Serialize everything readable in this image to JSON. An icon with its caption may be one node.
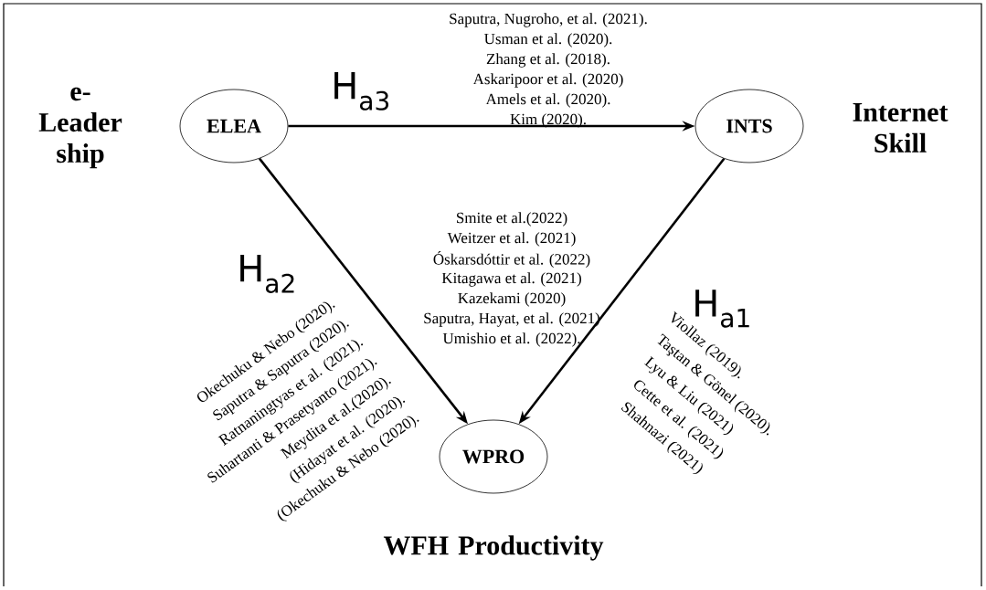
{
  "diagram": {
    "nodes": [
      {
        "text": [
          "ELEA"
        ],
        "beside": [
          "e-Leader ship"
        ]
      },
      {
        "text": [
          "INTS"
        ],
        "beside": [
          "Internet Skill"
        ]
      },
      {
        "text": [
          "WPRO"
        ],
        "beside": [
          "WFH Productivity"
        ]
      }
    ],
    "edges": [
      {
        "from": 0,
        "to": 1,
        "arrow": "to",
        "label": "H$_{a3}$"
      },
      {
        "from": 0,
        "to": 2,
        "arrow": "to",
        "label": "H$_{a2}$"
      },
      {
        "from": 1,
        "to": 2,
        "arrow": "to",
        "label": "H$_{a1}$"
      }
    ],
    "labels": [
      "Saputra, Nugroho, et al. (2021).",
      "Usman et al. (2020).",
      "Zhang et al. (2018).",
      "Askaripoor et al. (2020)",
      "Amels et al. (2020).",
      "Kim (2020).",
      "Smite et al.(2022)",
      "Weitzer et al. (2021)",
      "Óskarsdóttir et al. (2022)",
      "Kitagawa et al. (2021)",
      "Kazekami (2020)",
      "Saputra, Hayat, et al. (2021)",
      "Umishio et al. (2022).",
      "Okechuku & Nebo (2020).",
      "Saputra & Saputra (2020).",
      "Ratnaningtyas et al. (2021).",
      "Suhartanti & Prasetyanto (2021).",
      "Meydita et al.(2020).",
      "(Hidayat et al. (2020).",
      "(Okechuku & Nebo (2020).",
      "Viollaz (2019).",
      "Taştan & Gönel (2020).",
      "Lyu & Liu (2021)",
      "Cette et al. (2021)",
      "Shahnazi (2021)"
    ]
  }
}
